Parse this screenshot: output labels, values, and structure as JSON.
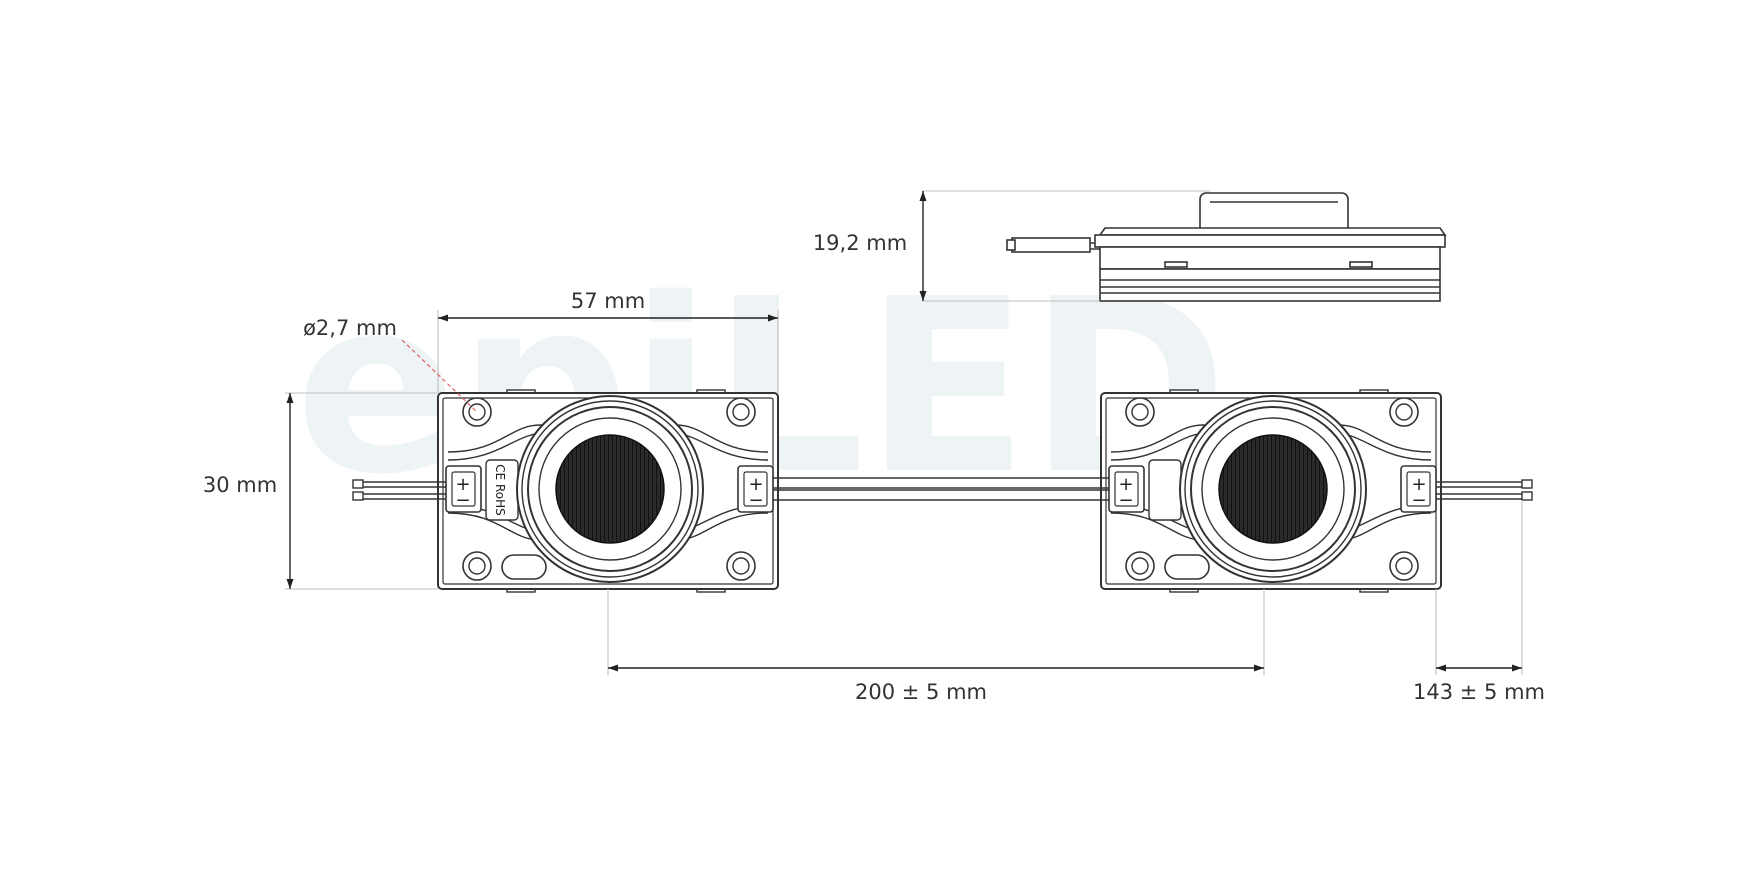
{
  "watermark": {
    "brand_text": "epiLED"
  },
  "dimensions": {
    "hole_diameter": "ø2,7 mm",
    "module_width": "57 mm",
    "module_height": "30 mm",
    "module_depth": "19,2 mm",
    "module_spacing": "200 ± 5 mm",
    "lead_length": "143 ± 5 mm"
  },
  "module_markings": {
    "certification": "CE RoHS",
    "plus_symbol": "+",
    "minus_symbol": "−"
  },
  "colors": {
    "outline": "#333333",
    "dimension_line": "#222222",
    "extension_line": "#bfbfbf",
    "leader_line": "#e06060",
    "lens_fill": "#1a1a1a",
    "watermark": "#eef3f6"
  }
}
